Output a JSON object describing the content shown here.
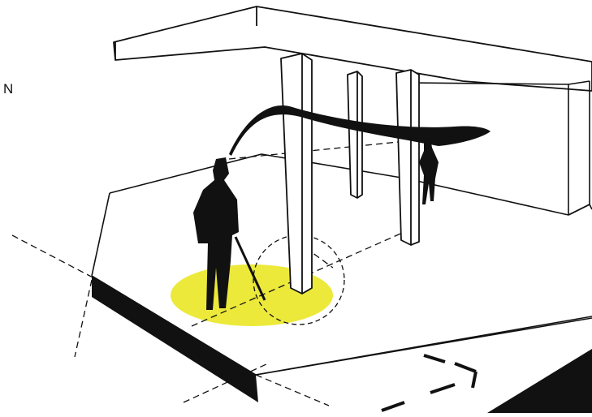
{
  "labels": {
    "north": "N"
  },
  "colors": {
    "ink": "#111111",
    "light_pool": "#ECE93A",
    "paper": "#ffffff"
  },
  "figures": [
    {
      "name": "standing-person-with-cane"
    },
    {
      "name": "distant-person"
    }
  ]
}
